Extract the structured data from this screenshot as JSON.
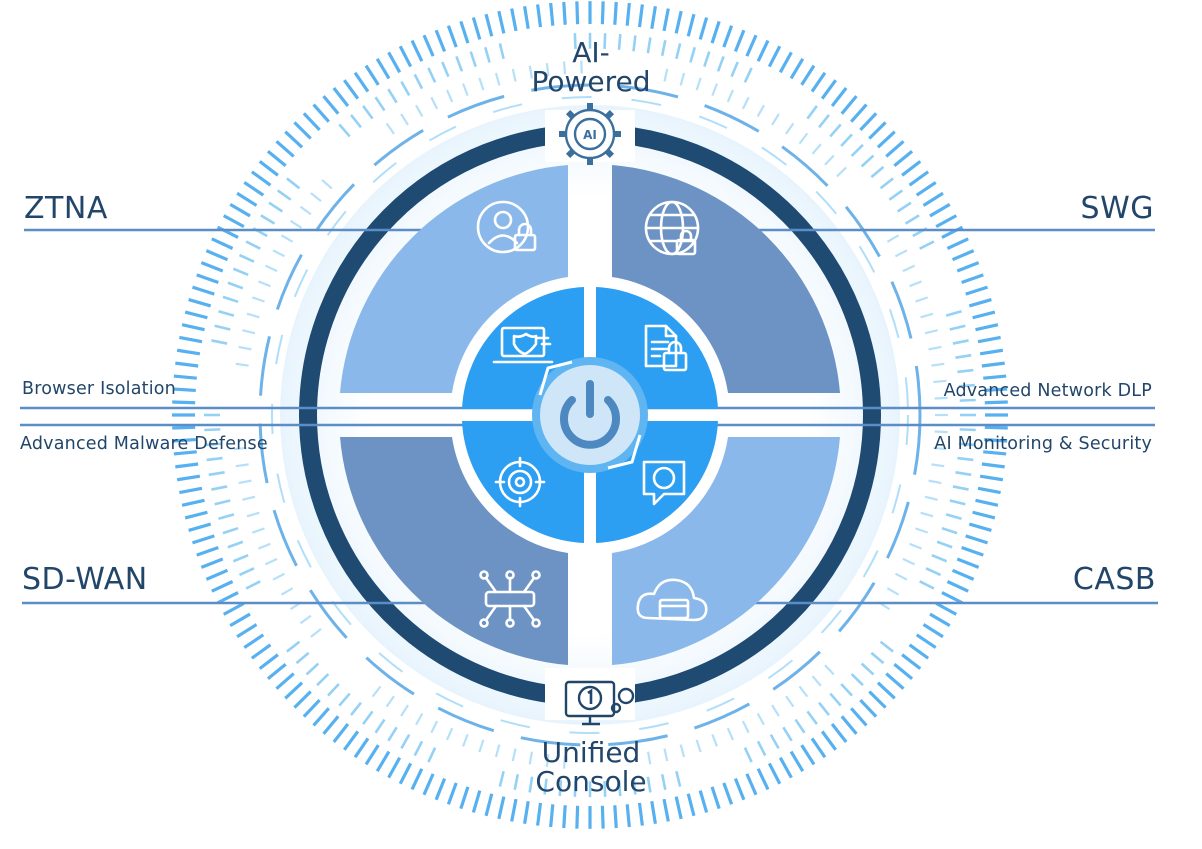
{
  "labels": {
    "top": {
      "line1": "AI-",
      "line2": "Powered"
    },
    "bottom": {
      "line1": "Unified",
      "line2": "Console"
    },
    "ztna": "ZTNA",
    "swg": "SWG",
    "sdwan": "SD-WAN",
    "casb": "CASB",
    "browser_isolation": "Browser Isolation",
    "advanced_malware_defense": "Advanced Malware Defense",
    "advanced_network_dlp": "Advanced Network DLP",
    "ai_monitoring_security": "AI Monitoring & Security"
  },
  "icons": {
    "top": "ai-gear-icon",
    "ztna": "user-lock-icon",
    "swg": "globe-lock-icon",
    "sdwan": "network-hub-icon",
    "casb": "cloud-lock-icon",
    "browser_isolation": "laptop-shield-icon",
    "advanced_network_dlp": "document-lock-icon",
    "advanced_malware_defense": "target-bug-icon",
    "ai_monitoring_security": "ai-chat-icon",
    "center": "power-icon",
    "bottom": "monitor-gear-icon"
  },
  "colors": {
    "text": "#22466a",
    "ring_dark": "#1f4a72",
    "outer_quadrant_light": "#8bb8ea",
    "outer_quadrant_dark": "#6d93c4",
    "inner_quadrant": "#2d9ff2",
    "ticks": "#3aa3ee"
  }
}
